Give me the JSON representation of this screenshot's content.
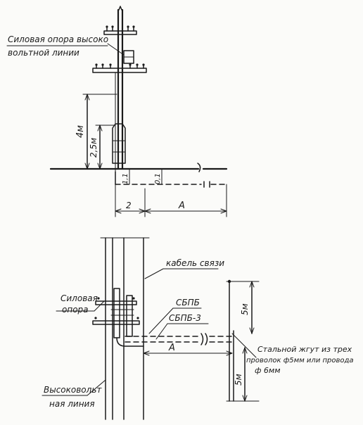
{
  "top": {
    "callout_line1": "Силовая опора высоко",
    "callout_line2": "вольтной линии",
    "dim_4m": "4м",
    "dim_25m": "2,5м",
    "dim_11": "1,1",
    "dim_01": "0,1",
    "dim_2": "2",
    "dim_A": "А"
  },
  "bottom": {
    "cable_label": "кабель связи",
    "power_pole_line1": "Силовая",
    "power_pole_line2": "опора",
    "sbpb": "СБПБ",
    "sbpb3": "СБПБ-3",
    "dim_A": "А",
    "dim_5m_top": "5м",
    "dim_5m_bottom": "5м",
    "steel_line1": "Стальной жгут из трех",
    "steel_line2": "проволок ф5мм или провода",
    "steel_line3": "ф 6мм",
    "hv_line1": "Высоковольт",
    "hv_line2": "ная линия"
  }
}
